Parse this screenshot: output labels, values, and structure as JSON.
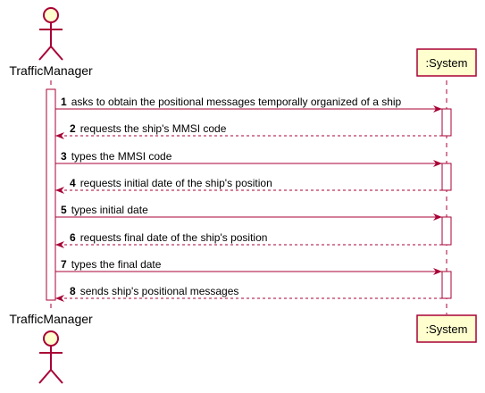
{
  "diagram": {
    "actor": {
      "name": "TrafficManager",
      "icon": "stick-figure-icon"
    },
    "participant": {
      "name": ":System"
    },
    "colors": {
      "line": "#A80036",
      "fill": "#FEFECE",
      "lifeline": "#A80036"
    },
    "messages": [
      {
        "num": "1",
        "text": "asks to obtain the positional messages temporally organized of a ship",
        "dir": "right",
        "style": "solid"
      },
      {
        "num": "2",
        "text": "requests the ship's MMSI code",
        "dir": "left",
        "style": "dashed"
      },
      {
        "num": "3",
        "text": "types the MMSI code",
        "dir": "right",
        "style": "solid"
      },
      {
        "num": "4",
        "text": "requests initial date of the ship's position",
        "dir": "left",
        "style": "dashed"
      },
      {
        "num": "5",
        "text": "types initial date",
        "dir": "right",
        "style": "solid"
      },
      {
        "num": "6",
        "text": "requests final date of the ship's position",
        "dir": "left",
        "style": "dashed"
      },
      {
        "num": "7",
        "text": "types the final date",
        "dir": "right",
        "style": "solid"
      },
      {
        "num": "8",
        "text": "sends ship's positional messages",
        "dir": "left",
        "style": "dashed"
      }
    ]
  }
}
